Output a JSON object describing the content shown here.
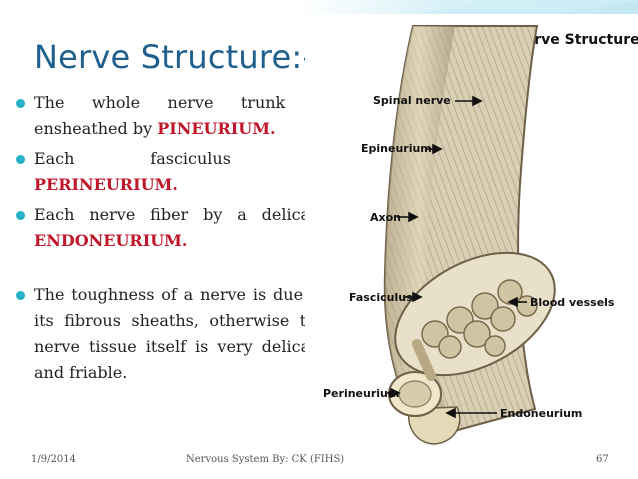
{
  "slide": {
    "title": "Nerve Structure:-",
    "bullets": [
      {
        "text": "The whole nerve trunk is ensheathed by ",
        "highlight": "PINEURIUM."
      },
      {
        "text": "Each fasciculus by ",
        "highlight": "PERINEURIUM."
      },
      {
        "text": "Each nerve fiber by a delicate ",
        "highlight": "ENDONEURIUM."
      },
      {
        "text": "The toughness of a nerve is due to its fibrous sheaths, otherwise the nerve tissue itself is very delicate and friable.",
        "highlight": ""
      }
    ],
    "figure": {
      "title": "Nerve Structure",
      "labels": {
        "spinal_nerve": "Spinal nerve",
        "epineurium": "Epineurium",
        "axon": "Axon",
        "fasciculus": "Fasciculus",
        "blood_vessels": "Blood vessels",
        "perineurium": "Perineurium",
        "endoneurium": "Endoneurium"
      }
    },
    "footer": {
      "date": "1/9/2014",
      "center": "Nervous System By: CK (FIHS)",
      "page": "67"
    },
    "colors": {
      "title": "#1f5f8c",
      "bullet": "#27b0c9",
      "highlight": "#c0162a"
    }
  }
}
